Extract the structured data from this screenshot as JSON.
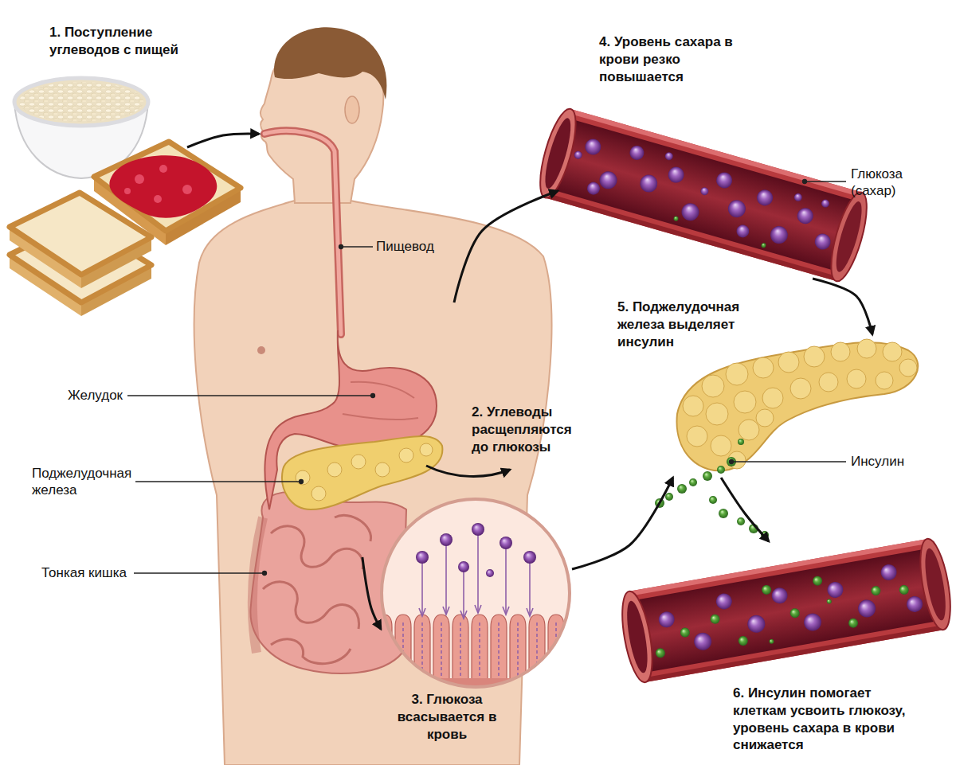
{
  "diagram": {
    "nodes": [
      {
        "text": [
          "1. Поступление углеводов с пищей"
        ]
      },
      {
        "text": [
          "2. Углеводы расщепляются до глюкозы"
        ]
      },
      {
        "text": [
          "3. Глюкоза всасывается в кровь"
        ]
      },
      {
        "text": [
          "4. Уровень сахара в крови резко повышается"
        ]
      },
      {
        "text": [
          "5. Поджелудочная железа выделяет инсулин"
        ]
      },
      {
        "text": [
          "6. Инсулин помогает клеткам усвоить глюкозу, уровень сахара в крови снижается"
        ]
      }
    ],
    "edges": [
      {
        "from": 0,
        "to": 1,
        "arrow": "to"
      },
      {
        "from": 1,
        "to": 3,
        "arrow": "to"
      },
      {
        "from": 1,
        "to": 2,
        "arrow": "to"
      },
      {
        "from": 2,
        "to": 4,
        "arrow": "to"
      },
      {
        "from": 3,
        "to": 4,
        "arrow": "to"
      },
      {
        "from": 4,
        "to": 5,
        "arrow": "to"
      }
    ],
    "labels": [
      "Пищевод",
      "Желудок",
      "Поджелудочная железа",
      "Тонкая кишка",
      "Глюкоза (сахар)",
      "Инсулин"
    ]
  }
}
